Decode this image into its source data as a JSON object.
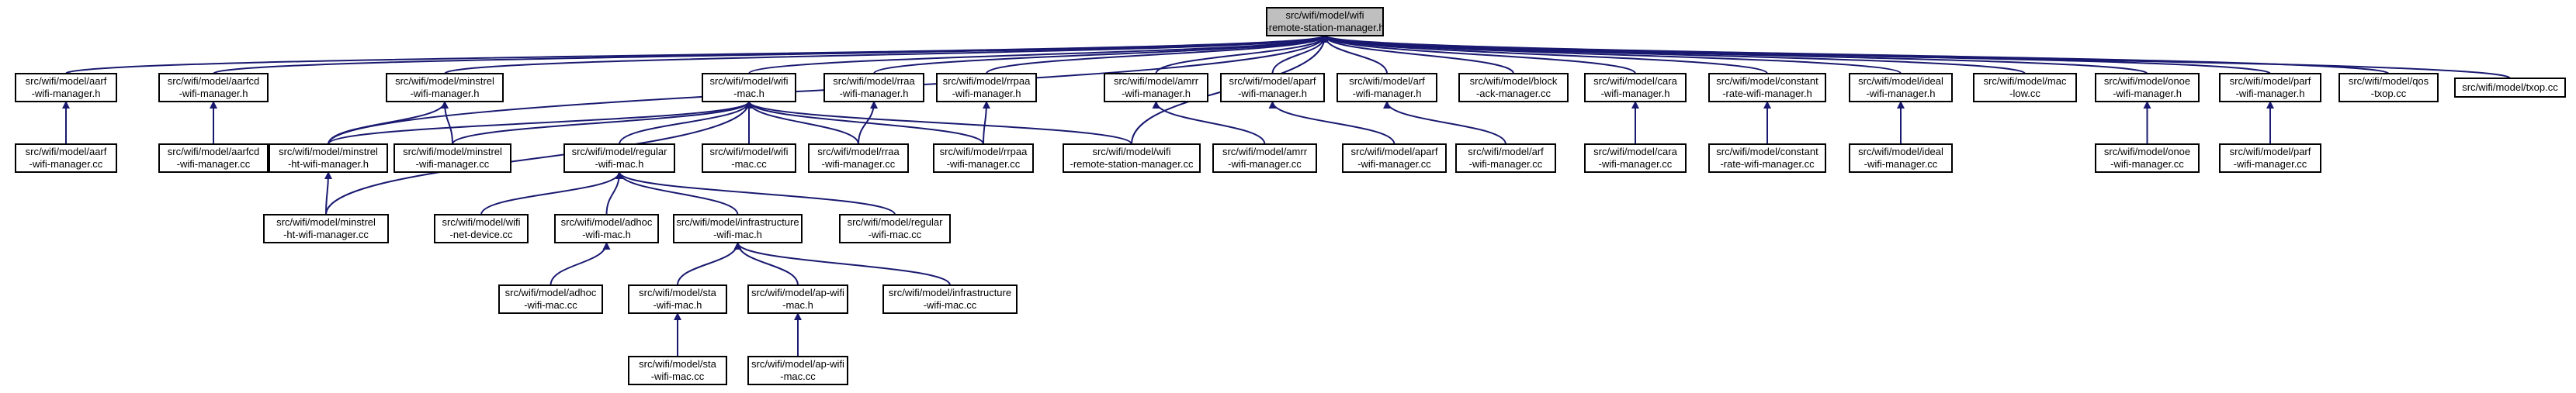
{
  "diagram": {
    "title": "",
    "edge_color": "#191970",
    "root_fill": "#bfbfbf",
    "nodes": [
      {
        "id": "root",
        "lines": [
          "src/wifi/model/wifi",
          "-remote-station-manager.h"
        ],
        "root": true
      },
      {
        "id": "aarf_h",
        "lines": [
          "src/wifi/model/aarf",
          "-wifi-manager.h"
        ]
      },
      {
        "id": "aarfcd_h",
        "lines": [
          "src/wifi/model/aarfcd",
          "-wifi-manager.h"
        ]
      },
      {
        "id": "minstrel_h",
        "lines": [
          "src/wifi/model/minstrel",
          "-wifi-manager.h"
        ]
      },
      {
        "id": "wifimac_h",
        "lines": [
          "src/wifi/model/wifi",
          "-mac.h"
        ]
      },
      {
        "id": "rraa_h",
        "lines": [
          "src/wifi/model/rraa",
          "-wifi-manager.h"
        ]
      },
      {
        "id": "rrpaa_h",
        "lines": [
          "src/wifi/model/rrpaa",
          "-wifi-manager.h"
        ]
      },
      {
        "id": "amrr_h",
        "lines": [
          "src/wifi/model/amrr",
          "-wifi-manager.h"
        ]
      },
      {
        "id": "aparf_h",
        "lines": [
          "src/wifi/model/aparf",
          "-wifi-manager.h"
        ]
      },
      {
        "id": "arf_h",
        "lines": [
          "src/wifi/model/arf",
          "-wifi-manager.h"
        ]
      },
      {
        "id": "blockack_cc",
        "lines": [
          "src/wifi/model/block",
          "-ack-manager.cc"
        ]
      },
      {
        "id": "cara_h",
        "lines": [
          "src/wifi/model/cara",
          "-wifi-manager.h"
        ]
      },
      {
        "id": "constant_h",
        "lines": [
          "src/wifi/model/constant",
          "-rate-wifi-manager.h"
        ]
      },
      {
        "id": "ideal_h",
        "lines": [
          "src/wifi/model/ideal",
          "-wifi-manager.h"
        ]
      },
      {
        "id": "maclow_cc",
        "lines": [
          "src/wifi/model/mac",
          "-low.cc"
        ]
      },
      {
        "id": "onoe_h",
        "lines": [
          "src/wifi/model/onoe",
          "-wifi-manager.h"
        ]
      },
      {
        "id": "parf_h",
        "lines": [
          "src/wifi/model/parf",
          "-wifi-manager.h"
        ]
      },
      {
        "id": "qostxop_cc",
        "lines": [
          "src/wifi/model/qos",
          "-txop.cc"
        ]
      },
      {
        "id": "txop_cc",
        "lines": [
          "src/wifi/model/txop.cc"
        ]
      },
      {
        "id": "aarf_cc",
        "lines": [
          "src/wifi/model/aarf",
          "-wifi-manager.cc"
        ]
      },
      {
        "id": "aarfcd_cc",
        "lines": [
          "src/wifi/model/aarfcd",
          "-wifi-manager.cc"
        ]
      },
      {
        "id": "minstrelht_h",
        "lines": [
          "src/wifi/model/minstrel",
          "-ht-wifi-manager.h"
        ]
      },
      {
        "id": "minstrel_cc",
        "lines": [
          "src/wifi/model/minstrel",
          "-wifi-manager.cc"
        ]
      },
      {
        "id": "regular_h",
        "lines": [
          "src/wifi/model/regular",
          "-wifi-mac.h"
        ]
      },
      {
        "id": "wifimac_cc",
        "lines": [
          "src/wifi/model/wifi",
          "-mac.cc"
        ]
      },
      {
        "id": "rraa_cc",
        "lines": [
          "src/wifi/model/rraa",
          "-wifi-manager.cc"
        ]
      },
      {
        "id": "rrpaa_cc",
        "lines": [
          "src/wifi/model/rrpaa",
          "-wifi-manager.cc"
        ]
      },
      {
        "id": "rsm_cc",
        "lines": [
          "src/wifi/model/wifi",
          "-remote-station-manager.cc"
        ]
      },
      {
        "id": "amrr_cc",
        "lines": [
          "src/wifi/model/amrr",
          "-wifi-manager.cc"
        ]
      },
      {
        "id": "aparf_cc",
        "lines": [
          "src/wifi/model/aparf",
          "-wifi-manager.cc"
        ]
      },
      {
        "id": "arf_cc",
        "lines": [
          "src/wifi/model/arf",
          "-wifi-manager.cc"
        ]
      },
      {
        "id": "cara_cc",
        "lines": [
          "src/wifi/model/cara",
          "-wifi-manager.cc"
        ]
      },
      {
        "id": "constant_cc",
        "lines": [
          "src/wifi/model/constant",
          "-rate-wifi-manager.cc"
        ]
      },
      {
        "id": "ideal_cc",
        "lines": [
          "src/wifi/model/ideal",
          "-wifi-manager.cc"
        ]
      },
      {
        "id": "onoe_cc",
        "lines": [
          "src/wifi/model/onoe",
          "-wifi-manager.cc"
        ]
      },
      {
        "id": "parf_cc",
        "lines": [
          "src/wifi/model/parf",
          "-wifi-manager.cc"
        ]
      },
      {
        "id": "minstrelht_cc",
        "lines": [
          "src/wifi/model/minstrel",
          "-ht-wifi-manager.cc"
        ]
      },
      {
        "id": "netdevice_cc",
        "lines": [
          "src/wifi/model/wifi",
          "-net-device.cc"
        ]
      },
      {
        "id": "adhoc_h",
        "lines": [
          "src/wifi/model/adhoc",
          "-wifi-mac.h"
        ]
      },
      {
        "id": "infra_h",
        "lines": [
          "src/wifi/model/infrastructure",
          "-wifi-mac.h"
        ]
      },
      {
        "id": "regular_cc",
        "lines": [
          "src/wifi/model/regular",
          "-wifi-mac.cc"
        ]
      },
      {
        "id": "adhoc_cc",
        "lines": [
          "src/wifi/model/adhoc",
          "-wifi-mac.cc"
        ]
      },
      {
        "id": "sta_h",
        "lines": [
          "src/wifi/model/sta",
          "-wifi-mac.h"
        ]
      },
      {
        "id": "ap_h",
        "lines": [
          "src/wifi/model/ap-wifi",
          "-mac.h"
        ]
      },
      {
        "id": "infra_cc",
        "lines": [
          "src/wifi/model/infrastructure",
          "-wifi-mac.cc"
        ]
      },
      {
        "id": "sta_cc",
        "lines": [
          "src/wifi/model/sta",
          "-wifi-mac.cc"
        ]
      },
      {
        "id": "ap_cc",
        "lines": [
          "src/wifi/model/ap-wifi",
          "-mac.cc"
        ]
      }
    ],
    "edges": [
      [
        "aarf_h",
        "root"
      ],
      [
        "aarfcd_h",
        "root"
      ],
      [
        "minstrel_h",
        "root"
      ],
      [
        "wifimac_h",
        "root"
      ],
      [
        "rraa_h",
        "root"
      ],
      [
        "rrpaa_h",
        "root"
      ],
      [
        "amrr_h",
        "root"
      ],
      [
        "aparf_h",
        "root"
      ],
      [
        "arf_h",
        "root"
      ],
      [
        "blockack_cc",
        "root"
      ],
      [
        "cara_h",
        "root"
      ],
      [
        "constant_h",
        "root"
      ],
      [
        "ideal_h",
        "root"
      ],
      [
        "maclow_cc",
        "root"
      ],
      [
        "onoe_h",
        "root"
      ],
      [
        "parf_h",
        "root"
      ],
      [
        "qostxop_cc",
        "root"
      ],
      [
        "txop_cc",
        "root"
      ],
      [
        "minstrelht_h",
        "root"
      ],
      [
        "rsm_cc",
        "root"
      ],
      [
        "aarf_cc",
        "aarf_h"
      ],
      [
        "aarfcd_cc",
        "aarfcd_h"
      ],
      [
        "minstrelht_h",
        "minstrel_h"
      ],
      [
        "minstrel_cc",
        "minstrel_h"
      ],
      [
        "minstrelht_h",
        "wifimac_h"
      ],
      [
        "minstrel_cc",
        "wifimac_h"
      ],
      [
        "minstrelht_cc",
        "wifimac_h"
      ],
      [
        "regular_h",
        "wifimac_h"
      ],
      [
        "wifimac_cc",
        "wifimac_h"
      ],
      [
        "rraa_cc",
        "wifimac_h"
      ],
      [
        "rrpaa_cc",
        "wifimac_h"
      ],
      [
        "rsm_cc",
        "wifimac_h"
      ],
      [
        "rraa_cc",
        "rraa_h"
      ],
      [
        "rrpaa_cc",
        "rrpaa_h"
      ],
      [
        "amrr_cc",
        "amrr_h"
      ],
      [
        "aparf_cc",
        "aparf_h"
      ],
      [
        "arf_cc",
        "arf_h"
      ],
      [
        "cara_cc",
        "cara_h"
      ],
      [
        "constant_cc",
        "constant_h"
      ],
      [
        "ideal_cc",
        "ideal_h"
      ],
      [
        "onoe_cc",
        "onoe_h"
      ],
      [
        "parf_cc",
        "parf_h"
      ],
      [
        "minstrelht_cc",
        "minstrelht_h"
      ],
      [
        "netdevice_cc",
        "regular_h"
      ],
      [
        "adhoc_h",
        "regular_h"
      ],
      [
        "infra_h",
        "regular_h"
      ],
      [
        "regular_cc",
        "regular_h"
      ],
      [
        "adhoc_cc",
        "adhoc_h"
      ],
      [
        "sta_h",
        "infra_h"
      ],
      [
        "ap_h",
        "infra_h"
      ],
      [
        "infra_cc",
        "infra_h"
      ],
      [
        "sta_cc",
        "sta_h"
      ],
      [
        "ap_cc",
        "ap_h"
      ]
    ]
  }
}
